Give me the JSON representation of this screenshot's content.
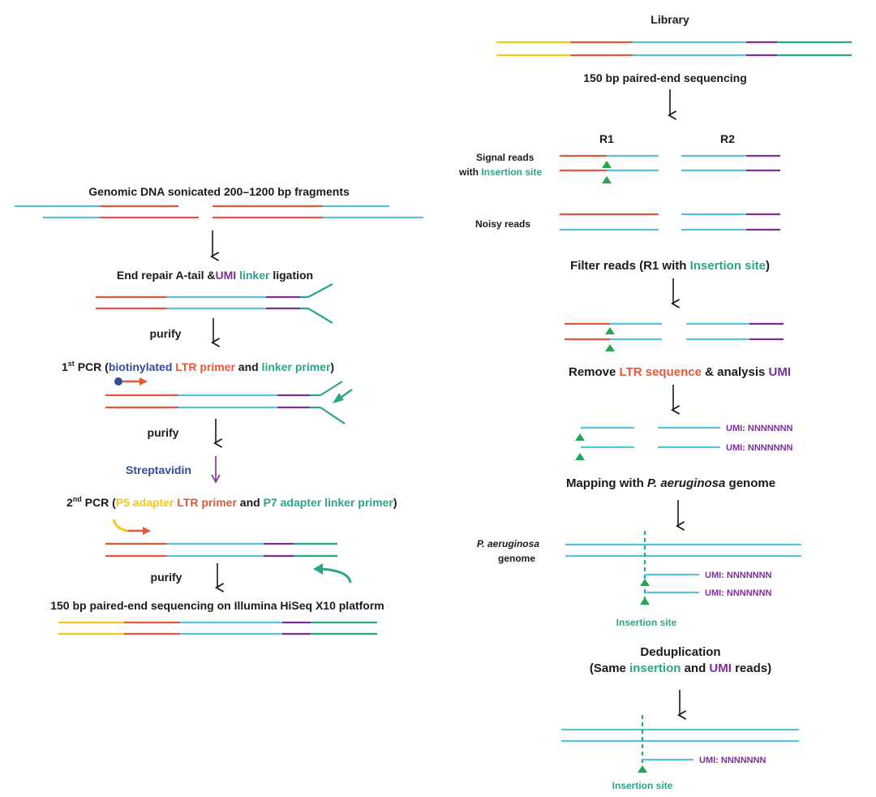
{
  "colors": {
    "yellow": "#f5c518",
    "red": "#e2583a",
    "cyan": "#5bc3d8",
    "purple": "#7b2f96",
    "teal": "#2aa58a",
    "blue": "#2e4d9b",
    "green": "#22a94f",
    "text": "#1a1a1a"
  },
  "left": {
    "genomic": {
      "text": "Genomic DNA sonicated  200–1200 bp fragments"
    },
    "end_repair": {
      "a": "End repair A-tail &",
      "umi": "UMI",
      "linker": " linker",
      "rest": " ligation"
    },
    "purify_1": "purify",
    "pcr1": {
      "num": "1",
      "sup": "st",
      "pcr": " PCR (",
      "bio": "biotinylated",
      "sp1": " ",
      "ltr": "LTR primer",
      "and": " and ",
      "linker": "linker primer",
      "close": ")"
    },
    "purify_2": "purify",
    "streptavidin": "Streptavidin",
    "pcr2": {
      "num": "2",
      "sup": "nd",
      "pcr": " PCR (",
      "p5": "P5 adapter",
      "sp1": " ",
      "ltr": "LTR primer",
      "and": " and ",
      "p7": "P7 adapter linker primer",
      "close": ")"
    },
    "purify_3": "purify",
    "sequencing": "150 bp paired-end sequencing on Illumina HiSeq X10 platform"
  },
  "right": {
    "library": "Library",
    "paired_end": "150 bp paired-end sequencing",
    "r1": "R1",
    "r2": "R2",
    "signal_reads_1": "Signal reads",
    "signal_reads_2": "with ",
    "signal_reads_ins": "Insertion site",
    "noisy_reads": "Noisy reads",
    "filter": {
      "a": "Filter reads (R1 with ",
      "ins": "Insertion site",
      "close": ")"
    },
    "remove": {
      "a": "Remove ",
      "ltr": "LTR sequence",
      "b": "  & analysis ",
      "umi": "UMI"
    },
    "umi_label": "UMI: NNNNNNN",
    "mapping": {
      "a": "Mapping with ",
      "sp": "P. aeruginosa",
      "b": " genome"
    },
    "genome_1": "P. aeruginosa",
    "genome_2": "genome",
    "insertion_site": "Insertion site",
    "dedup_1": "Deduplication",
    "dedup_2": {
      "a": "(Same ",
      "ins": "insertion",
      "and": " and ",
      "umi": "UMI",
      "b": " reads)"
    }
  }
}
